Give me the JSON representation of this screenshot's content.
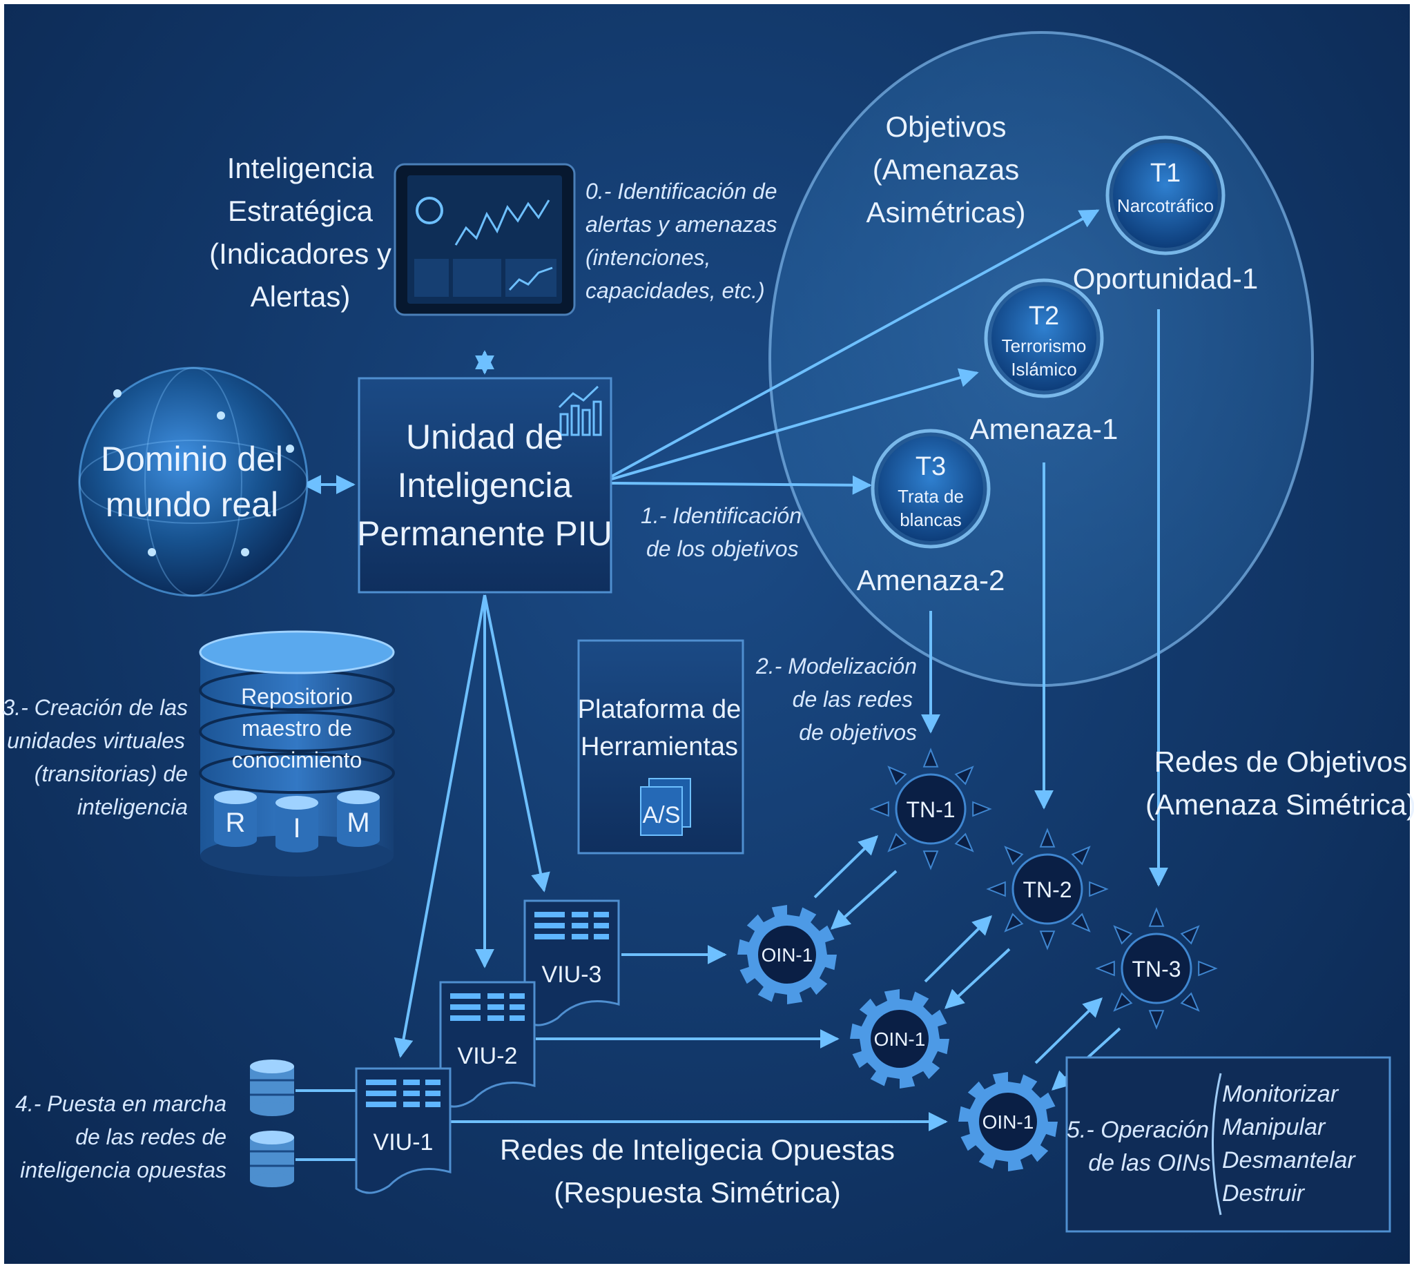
{
  "colors": {
    "background": "#123a6b",
    "accent": "#5fb6ff",
    "text": "#eaf3ff",
    "node": "#0d3a74",
    "node_dark": "#0a1f45"
  },
  "strategic": {
    "line1": "Inteligencia",
    "line2": "Estratégica",
    "line3": "(Indicadores y",
    "line4": "Alertas)"
  },
  "step0": {
    "line1": "0.- Identificación de",
    "line2": "alertas y amenazas",
    "line3": "(intenciones,",
    "line4": "capacidades, etc.)"
  },
  "world": {
    "line1": "Dominio del",
    "line2": "mundo real"
  },
  "piu": {
    "line1": "Unidad de",
    "line2": "Inteligencia",
    "line3": "Permanente PIU"
  },
  "objectives": {
    "line1": "Objetivos",
    "line2": "(Amenazas",
    "line3": "Asimétricas)"
  },
  "targets": [
    {
      "code": "T1",
      "line1": "Narcotráfico",
      "line2": "",
      "caption": "Oportunidad-1"
    },
    {
      "code": "T2",
      "line1": "Terrorismo",
      "line2": "Islámico",
      "caption": "Amenaza-1"
    },
    {
      "code": "T3",
      "line1": "Trata de",
      "line2": "blancas",
      "caption": "Amenaza-2"
    }
  ],
  "step1": {
    "line1": "1.- Identificación",
    "line2": "de los objetivos"
  },
  "step2": {
    "line1": "2.- Modelización",
    "line2": "de las redes",
    "line3": "de objetivos"
  },
  "step3": {
    "line1": "3.- Creación de las",
    "line2": "unidades virtuales",
    "line3": "(transitorias) de",
    "line4": "inteligencia"
  },
  "step4": {
    "line1": "4.- Puesta en marcha",
    "line2": "de las redes de",
    "line3": "inteligencia opuestas"
  },
  "step5": {
    "line1": "5.- Operación",
    "line2": "de las OINs"
  },
  "actions": [
    "Monitorizar",
    "Manipular",
    "Desmantelar",
    "Destruir"
  ],
  "repository": {
    "line1": "Repositorio",
    "line2": "maestro de",
    "line3": "conocimiento",
    "cylinders": [
      "R",
      "I",
      "M"
    ]
  },
  "platform": {
    "line1": "Plataforma de",
    "line2": "Herramientas",
    "badge": "A/S"
  },
  "target_networks_title": {
    "line1": "Redes de Objetivos",
    "line2": "(Amenaza Simétrica)"
  },
  "opposed_networks_title": {
    "line1": "Redes de Inteligecia Opuestas",
    "line2": "(Respuesta Simétrica)"
  },
  "tn_nodes": [
    "TN-1",
    "TN-2",
    "TN-3"
  ],
  "oin_nodes": [
    "OIN-1",
    "OIN-1",
    "OIN-1"
  ],
  "viu_docs": [
    "VIU-3",
    "VIU-2",
    "VIU-1"
  ]
}
